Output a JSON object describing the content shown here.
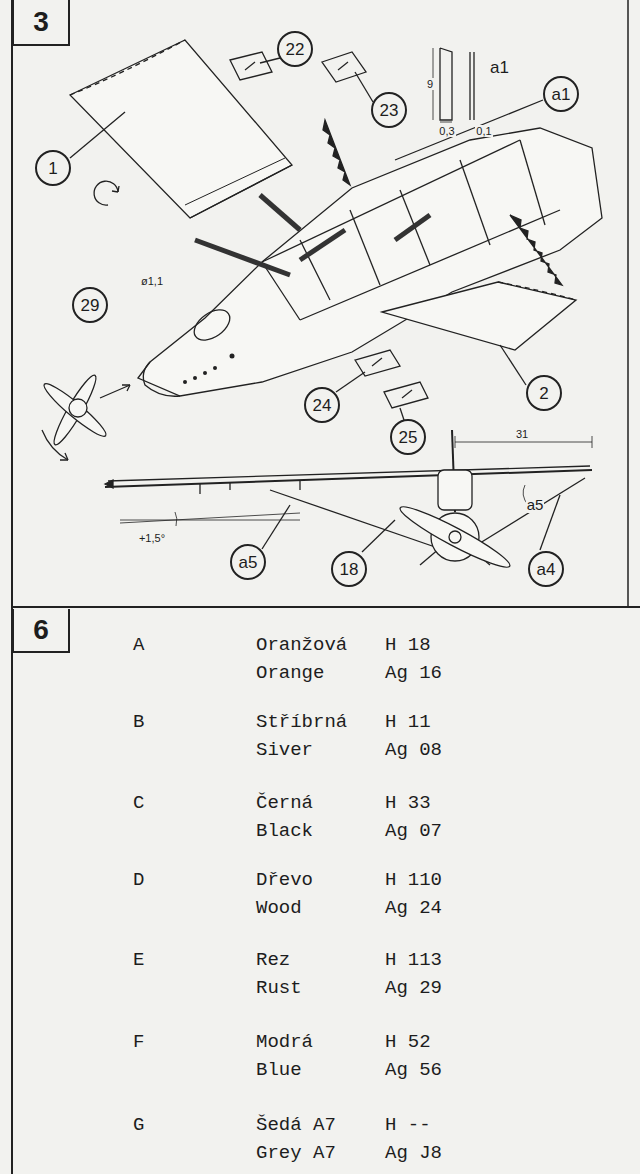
{
  "diagram": {
    "nodes": [
      {
        "text": [
          "3"
        ]
      },
      {
        "text": [
          "22"
        ]
      },
      {
        "text": [
          "1"
        ]
      },
      {
        "text": [
          "23"
        ]
      },
      {
        "text": [
          "a1"
        ]
      },
      {
        "text": [
          "29"
        ]
      },
      {
        "text": [
          "2"
        ]
      },
      {
        "text": [
          "24"
        ]
      },
      {
        "text": [
          "25"
        ]
      },
      {
        "text": [
          "a5"
        ]
      },
      {
        "text": [
          "18"
        ]
      },
      {
        "text": [
          "a4"
        ]
      },
      {
        "text": [
          "6"
        ]
      }
    ],
    "labels": [
      "9",
      "a1",
      "0,3",
      "0,1",
      "ø1,1",
      "+1,5°",
      "31",
      "a5",
      "A",
      "Oranžová",
      "H 18",
      "Orange",
      "Ag 16",
      "B",
      "Stříbrná",
      "H 11",
      "Siver",
      "Ag 08",
      "C",
      "Černá",
      "H 33",
      "Black",
      "Ag 07",
      "D",
      "Dřevo",
      "H 110",
      "Wood",
      "Ag 24",
      "E",
      "Rez",
      "H 113",
      "Rust",
      "Ag 29",
      "F",
      "Modrá",
      "H 52",
      "Blue",
      "Ag 56",
      "G",
      "Šedá A7",
      "H --",
      "Grey A7",
      "Ag J8"
    ]
  }
}
